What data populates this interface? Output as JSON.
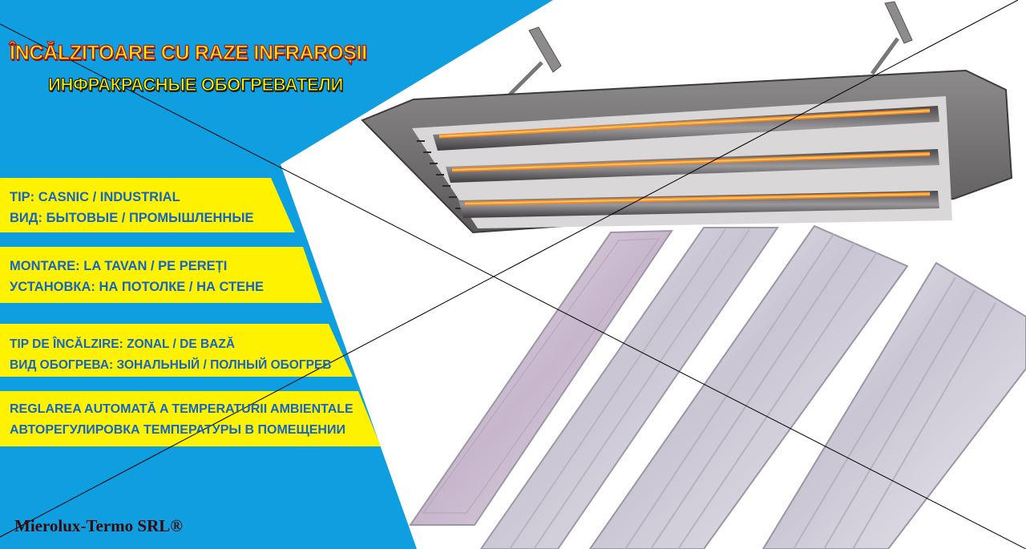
{
  "header": {
    "title_ro": "ÎNCĂLZITOARE CU RAZE INFRAROȘII",
    "title_ru": "ИНФРАКРАСНЫЕ ОБОГРЕВАТЕЛИ"
  },
  "features": [
    {
      "line_ro": "TIP: CASNIC / INDUSTRIAL",
      "line_ru": "ВИД: БЫТОВЫЕ / ПРОМЫШЛЕННЫЕ"
    },
    {
      "line_ro": "MONTARE: LA TAVAN / PE PEREȚI",
      "line_ru": "УСТАНОВКА: НА ПОТОЛКЕ / НА СТЕНЕ"
    },
    {
      "line_ro": "TIP DE ÎNCĂLZIRE: ZONAL / DE BAZĂ",
      "line_ru": "ВИД ОБОГРЕВА: ЗОНАЛЬНЫЙ / ПОЛНЫЙ ОБОГРЕВ"
    },
    {
      "line_ro": "REGLAREA AUTOMATĂ A TEMPERATURII AMBIENTALE",
      "line_ru": "АВТОРЕГУЛИРОВКА ТЕМПЕРАТУРЫ В ПОМЕЩЕНИИ"
    }
  ],
  "footer": {
    "company": "Mierolux-Termo SRL®"
  },
  "colors": {
    "background_blue": "#0f9ee0",
    "band_yellow": "#fff200",
    "band_text_blue": "#1565c9",
    "title_outline_red": "#c0111a",
    "glow_orange": "#ff6a00"
  }
}
